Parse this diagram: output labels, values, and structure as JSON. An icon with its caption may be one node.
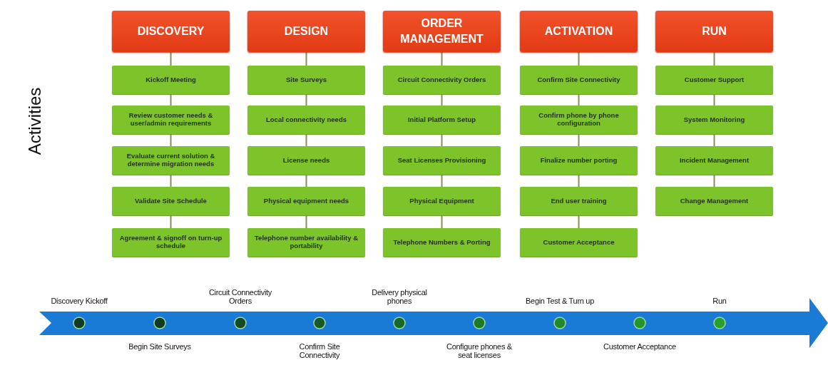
{
  "diagram": {
    "nodes": [
      {
        "text": [
          "DISCOVERY"
        ]
      },
      {
        "text": [
          "DESIGN"
        ]
      },
      {
        "text": [
          "ORDER MANAGEMENT"
        ]
      },
      {
        "text": [
          "ACTIVATION"
        ]
      },
      {
        "text": [
          "RUN"
        ]
      },
      {
        "text": [
          "Kickoff Meeting"
        ]
      },
      {
        "text": [
          "Review customer needs & user/admin requirements"
        ]
      },
      {
        "text": [
          "Evaluate current solution & determine migration needs"
        ]
      },
      {
        "text": [
          "Validate Site Schedule"
        ]
      },
      {
        "text": [
          "Agreement & signoff on turn-up schedule"
        ]
      },
      {
        "text": [
          "Site Surveys"
        ]
      },
      {
        "text": [
          "Local connectivity needs"
        ]
      },
      {
        "text": [
          "License needs"
        ]
      },
      {
        "text": [
          "Physical equipment needs"
        ]
      },
      {
        "text": [
          "Telephone number availability & portability"
        ]
      },
      {
        "text": [
          "Circuit Connectivity Orders"
        ]
      },
      {
        "text": [
          "Initial Platform Setup"
        ]
      },
      {
        "text": [
          "Seat Licenses Provisioning"
        ]
      },
      {
        "text": [
          "Physical Equipment"
        ]
      },
      {
        "text": [
          "Telephone Numbers & Porting"
        ]
      },
      {
        "text": [
          "Confirm Site Connectivity"
        ]
      },
      {
        "text": [
          "Confirm phone by phone configuration"
        ]
      },
      {
        "text": [
          "Finalize number porting"
        ]
      },
      {
        "text": [
          "End user training"
        ]
      },
      {
        "text": [
          "Customer Acceptance"
        ]
      },
      {
        "text": [
          "Customer Support"
        ]
      },
      {
        "text": [
          "System Monitoring"
        ]
      },
      {
        "text": [
          "Incident Management"
        ]
      },
      {
        "text": [
          "Change Management"
        ]
      }
    ],
    "edges": [
      {
        "from": 0,
        "to": 5,
        "arrow": "none"
      },
      {
        "from": 5,
        "to": 6,
        "arrow": "none"
      },
      {
        "from": 6,
        "to": 7,
        "arrow": "none"
      },
      {
        "from": 7,
        "to": 8,
        "arrow": "none"
      },
      {
        "from": 8,
        "to": 9,
        "arrow": "none"
      },
      {
        "from": 1,
        "to": 10,
        "arrow": "none"
      },
      {
        "from": 10,
        "to": 11,
        "arrow": "none"
      },
      {
        "from": 11,
        "to": 12,
        "arrow": "none"
      },
      {
        "from": 12,
        "to": 13,
        "arrow": "none"
      },
      {
        "from": 13,
        "to": 14,
        "arrow": "none"
      },
      {
        "from": 2,
        "to": 15,
        "arrow": "none"
      },
      {
        "from": 15,
        "to": 16,
        "arrow": "none"
      },
      {
        "from": 16,
        "to": 17,
        "arrow": "none"
      },
      {
        "from": 17,
        "to": 18,
        "arrow": "none"
      },
      {
        "from": 18,
        "to": 19,
        "arrow": "none"
      },
      {
        "from": 3,
        "to": 20,
        "arrow": "none"
      },
      {
        "from": 20,
        "to": 21,
        "arrow": "none"
      },
      {
        "from": 21,
        "to": 22,
        "arrow": "none"
      },
      {
        "from": 22,
        "to": 23,
        "arrow": "none"
      },
      {
        "from": 23,
        "to": 24,
        "arrow": "none"
      },
      {
        "from": 4,
        "to": 25,
        "arrow": "none"
      },
      {
        "from": 25,
        "to": 26,
        "arrow": "none"
      },
      {
        "from": 26,
        "to": 27,
        "arrow": "none"
      },
      {
        "from": 27,
        "to": 28,
        "arrow": "none"
      }
    ],
    "labels": [
      "Activities",
      "Discovery Kickoff",
      "Begin Site Surveys",
      "Circuit Connectivity Orders",
      "Confirm Site Connectivity",
      "Delivery physical phones",
      "Configure phones & seat licenses",
      "Begin Test & Turn up",
      "Customer Acceptance",
      "Run"
    ]
  }
}
